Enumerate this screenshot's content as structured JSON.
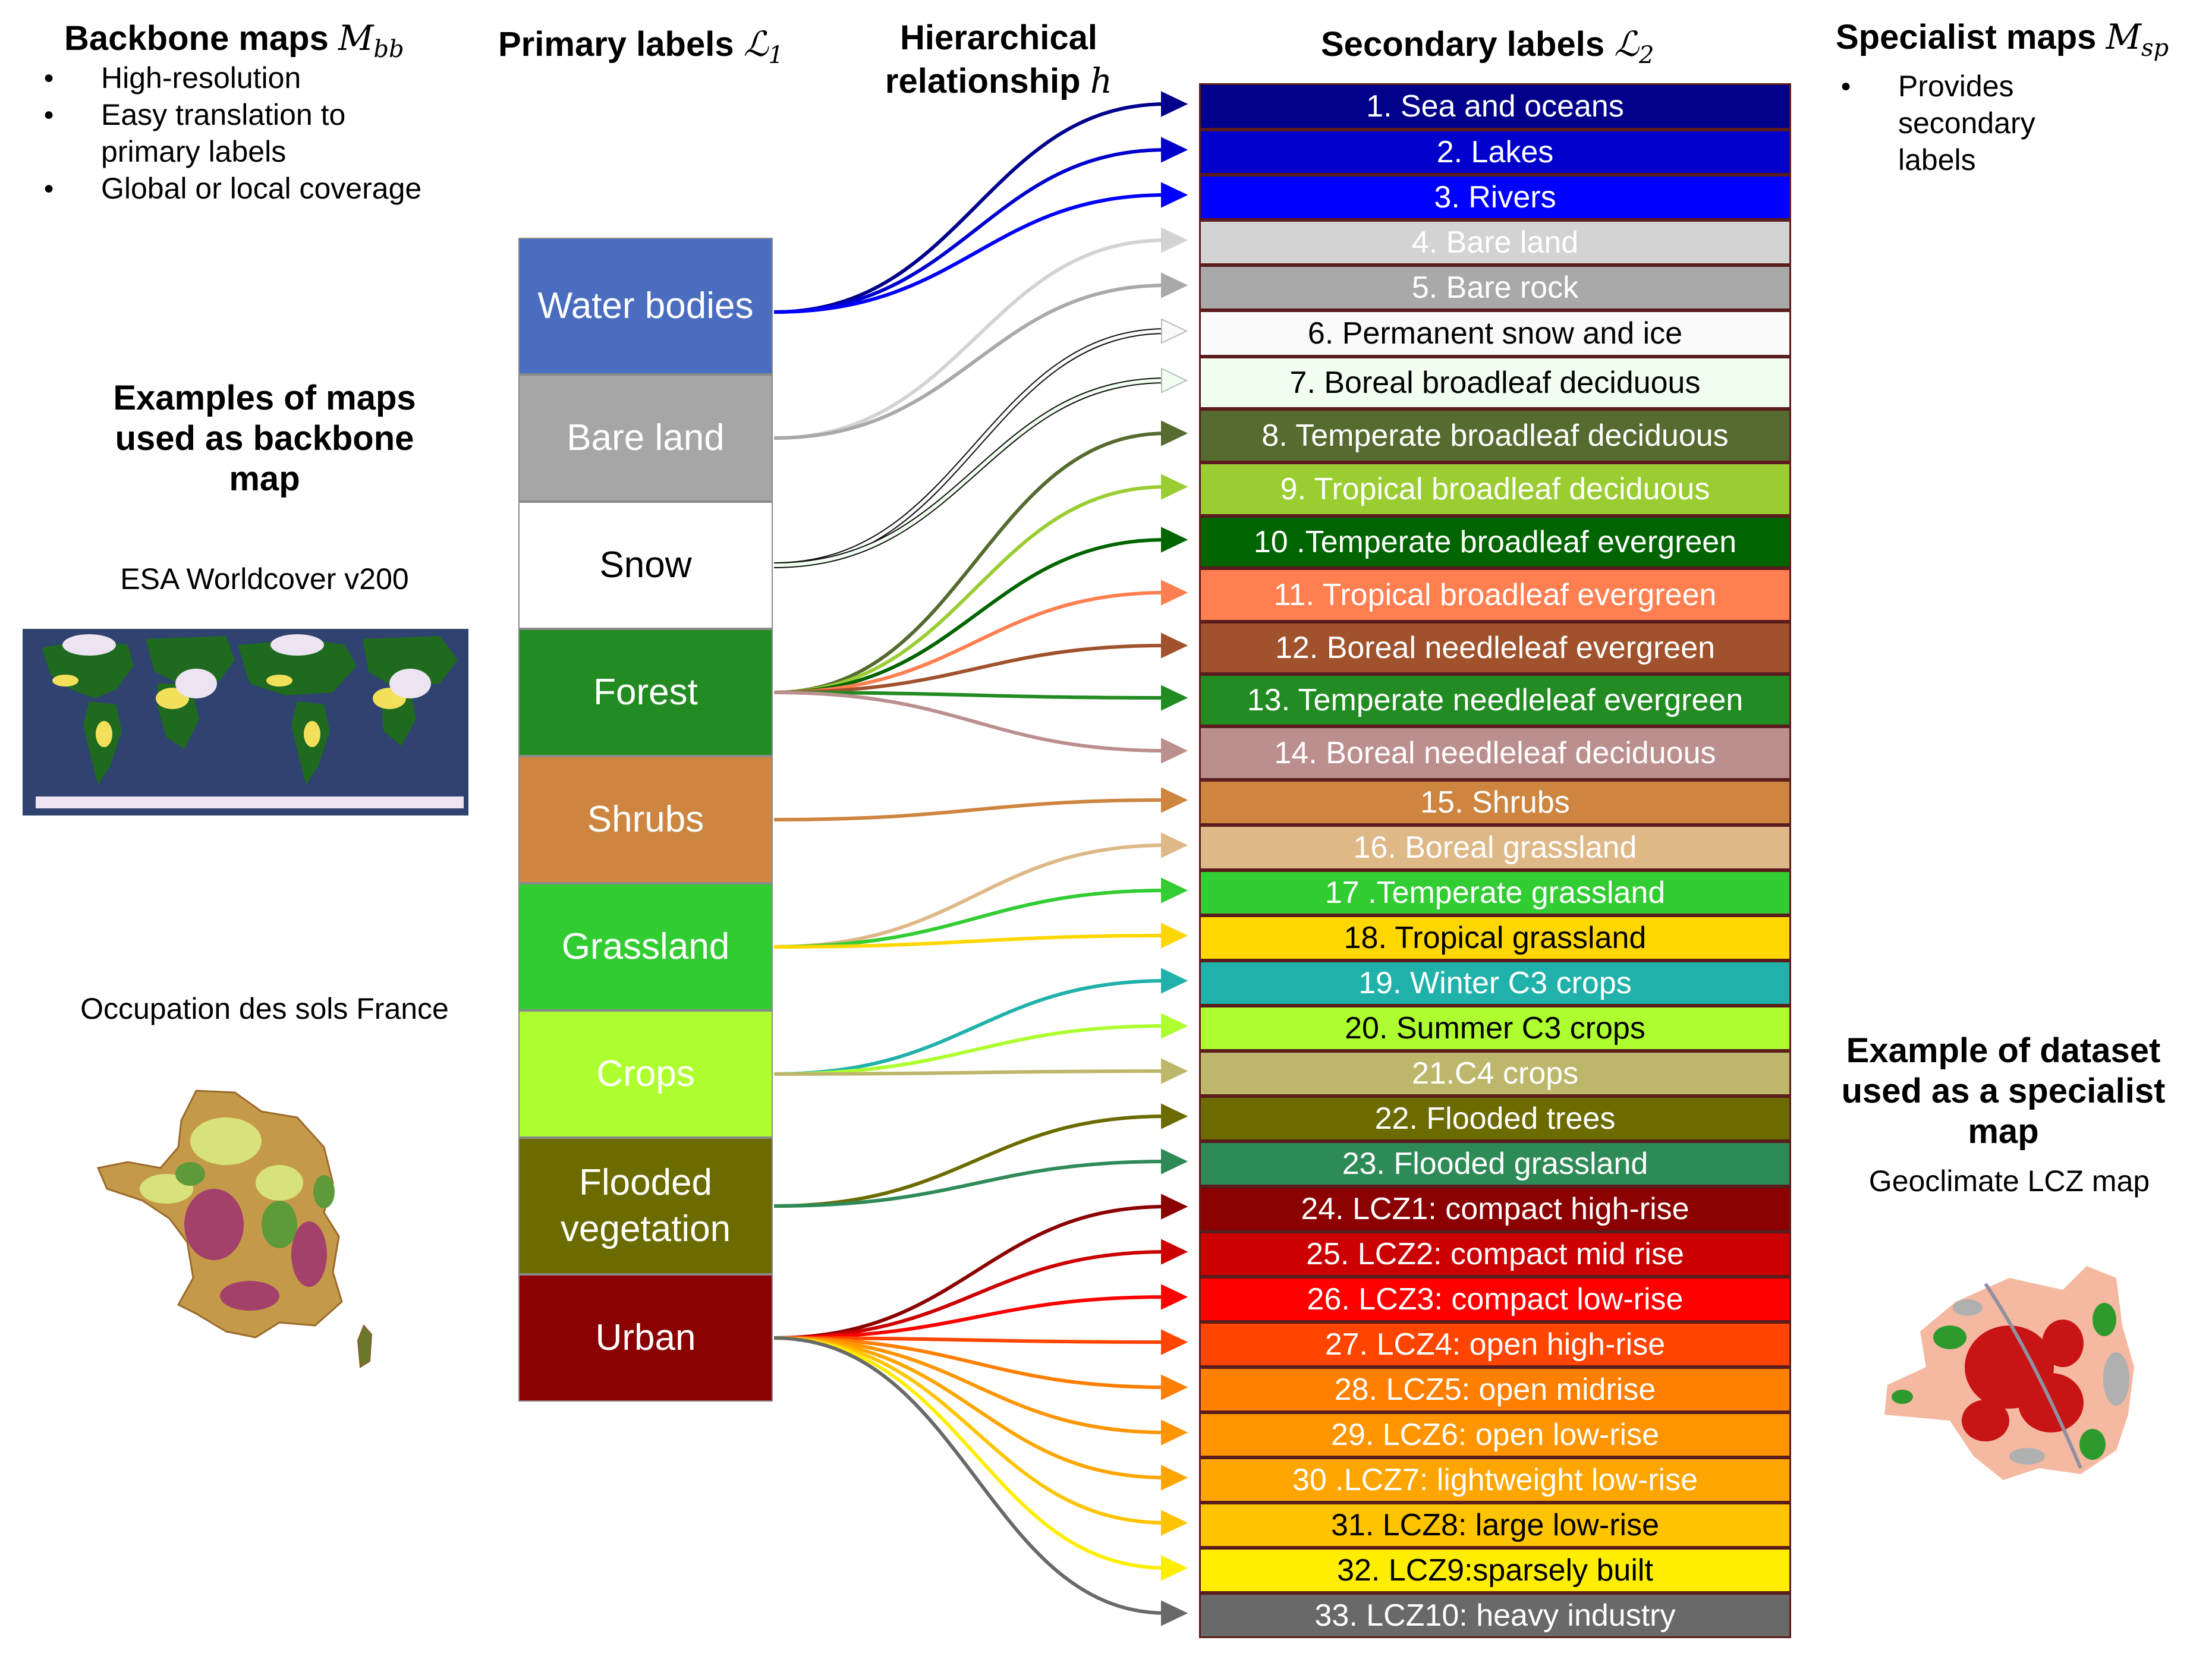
{
  "backbone": {
    "title": "Backbone maps",
    "symbol": "M",
    "symbol_sub": "bb",
    "bullets": [
      "High-resolution",
      "Easy translation to primary labels",
      "Global or local coverage"
    ],
    "examples_title": "Examples of maps used as  backbone map",
    "map1_label": "ESA Worldcover v200",
    "map2_label": "Occupation des sols France"
  },
  "primary": {
    "title": "Primary labels",
    "symbol": "ℒ",
    "symbol_sub": "1",
    "labels": [
      "Water bodies",
      "Bare land",
      "Snow",
      "Forest",
      "Shrubs",
      "Grassland",
      "Crops",
      "Flooded vegetation",
      "Urban"
    ]
  },
  "hierarchy": {
    "title": "Hierarchical relationship",
    "symbol": "h"
  },
  "secondary": {
    "title": "Secondary labels",
    "symbol": "ℒ",
    "symbol_sub": "2",
    "labels": [
      "1. Sea and oceans",
      "2. Lakes",
      "3. Rivers",
      "4. Bare land",
      "5. Bare rock",
      "6. Permanent snow and ice",
      "7. Boreal broadleaf deciduous",
      "8. Temperate broadleaf deciduous",
      "9. Tropical broadleaf deciduous",
      "10 .Temperate broadleaf evergreen",
      "11. Tropical broadleaf evergreen",
      "12. Boreal needleleaf evergreen",
      "13. Temperate needleleaf evergreen",
      "14. Boreal needleleaf deciduous",
      "15. Shrubs",
      "16. Boreal grassland",
      "17 .Temperate grassland",
      "18. Tropical grassland",
      "19. Winter C3 crops",
      "20. Summer C3 crops",
      "21.C4 crops",
      "22. Flooded trees",
      "23. Flooded grassland",
      "24. LCZ1: compact high-rise",
      "25. LCZ2: compact mid rise",
      "26. LCZ3: compact low-rise",
      "27. LCZ4: open high-rise",
      "28. LCZ5: open midrise",
      "29. LCZ6: open low-rise",
      "30 .LCZ7: lightweight low-rise",
      "31. LCZ8: large low-rise",
      "32. LCZ9:sparsely built",
      "33. LCZ10: heavy industry"
    ]
  },
  "specialist": {
    "title": "Specialist maps",
    "symbol": "M",
    "symbol_sub": "sp",
    "bullets": [
      "Provides secondary labels"
    ],
    "example_title": "Example of dataset used as a specialist map",
    "map_label": "Geoclimate LCZ map"
  },
  "colors": {
    "primary": [
      "#4a6dbf",
      "#a6a6a6",
      "#ffffff",
      "#228b22",
      "#cd853f",
      "#32cd32",
      "#adff2f",
      "#6b6b00",
      "#8b0000"
    ],
    "primary_text": [
      "#ffffff",
      "#ffffff",
      "#000000",
      "#ffffff",
      "#ffffff",
      "#ffffff",
      "#ffffff",
      "#ffffff",
      "#ffffff"
    ],
    "secondary": [
      "#00008b",
      "#0000cd",
      "#0000ff",
      "#d3d3d3",
      "#a9a9a9",
      "#fafafa",
      "#f0fff0",
      "#556b2f",
      "#9acd32",
      "#006400",
      "#ff7f50",
      "#a0522d",
      "#228b22",
      "#bc8f8f",
      "#cd853f",
      "#deb887",
      "#32cd32",
      "#ffd700",
      "#20b2aa",
      "#adff2f",
      "#bdb76b",
      "#6b6b00",
      "#2e8b57",
      "#8b0000",
      "#cc0000",
      "#ff0000",
      "#ff4500",
      "#ff7f00",
      "#ff9500",
      "#ffa500",
      "#ffc400",
      "#ffee00",
      "#696969"
    ],
    "secondary_text": [
      "#ffffff",
      "#ffffff",
      "#ffffff",
      "#ffffff",
      "#ffffff",
      "#000000",
      "#000000",
      "#ffffff",
      "#ffffff",
      "#ffffff",
      "#ffffff",
      "#ffffff",
      "#ffffff",
      "#ffffff",
      "#ffffff",
      "#ffffff",
      "#ffffff",
      "#000000",
      "#ffffff",
      "#000000",
      "#ffffff",
      "#ffffff",
      "#ffffff",
      "#ffffff",
      "#ffffff",
      "#ffffff",
      "#ffffff",
      "#ffffff",
      "#ffffff",
      "#ffffff",
      "#000000",
      "#000000",
      "#ffffff"
    ]
  },
  "relationships": [
    [
      0,
      0
    ],
    [
      0,
      1
    ],
    [
      0,
      2
    ],
    [
      1,
      3
    ],
    [
      1,
      4
    ],
    [
      2,
      5
    ],
    [
      2,
      6
    ],
    [
      3,
      7
    ],
    [
      3,
      8
    ],
    [
      3,
      9
    ],
    [
      3,
      10
    ],
    [
      3,
      11
    ],
    [
      3,
      12
    ],
    [
      3,
      13
    ],
    [
      4,
      14
    ],
    [
      5,
      15
    ],
    [
      5,
      16
    ],
    [
      5,
      17
    ],
    [
      6,
      18
    ],
    [
      6,
      19
    ],
    [
      6,
      20
    ],
    [
      7,
      21
    ],
    [
      7,
      22
    ],
    [
      8,
      23
    ],
    [
      8,
      24
    ],
    [
      8,
      25
    ],
    [
      8,
      26
    ],
    [
      8,
      27
    ],
    [
      8,
      28
    ],
    [
      8,
      29
    ],
    [
      8,
      30
    ],
    [
      8,
      31
    ],
    [
      8,
      32
    ]
  ]
}
